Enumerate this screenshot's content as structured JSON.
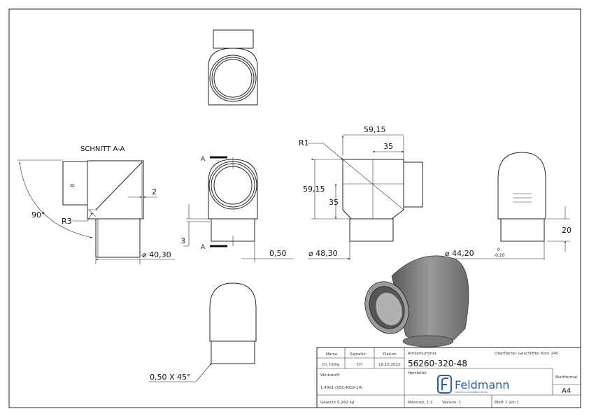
{
  "views": {
    "section_title": "SCHNITT A-A",
    "section_marker": "A"
  },
  "dimensions": {
    "angle": "90°",
    "radius_r3": "R3",
    "wall": "2",
    "dia_4030": "40,30",
    "step_3": "3",
    "chamfer_050": "0,50",
    "dia_4830": "48,30",
    "radius_r1": "R1",
    "len_5915_h": "59,15",
    "len_35_h": "35",
    "len_5915_v": "59,15",
    "len_35_v": "35",
    "dia_4420": "44,20",
    "tol_upper": "0",
    "tol_lower": "-0,10",
    "len_20": "20",
    "chamfer_note": "0,50 X 45°"
  },
  "title_block": {
    "name_label": "Name",
    "signature_label": "Signatur",
    "date_label": "Datum",
    "name": "Ch. Hötig",
    "signature": "CH",
    "date": "18.10.2022",
    "article_label": "Artikelnummer",
    "surface": "Oberfläche:  Geschliffen Korn 240",
    "article_number": "56260-320-48",
    "material_label": "Werkstoff:",
    "material": "1.4301 (X5CrNi18-10)",
    "manufacturer_label": "Hersteller",
    "logo_text": "Feldmann",
    "logo_tagline": "EDELSTAHL-GELÄNDERBAU TECHNIK",
    "format_label": "Blattformat",
    "format": "A4",
    "weight": "Gewicht 0,262 kg",
    "scale": "Masstab: 1:2",
    "version": "Version: 1",
    "sheet": "Blatt 1 von 1"
  },
  "colors": {
    "logo": "#2d5f9a",
    "part_shade": "#8a8a8a"
  }
}
